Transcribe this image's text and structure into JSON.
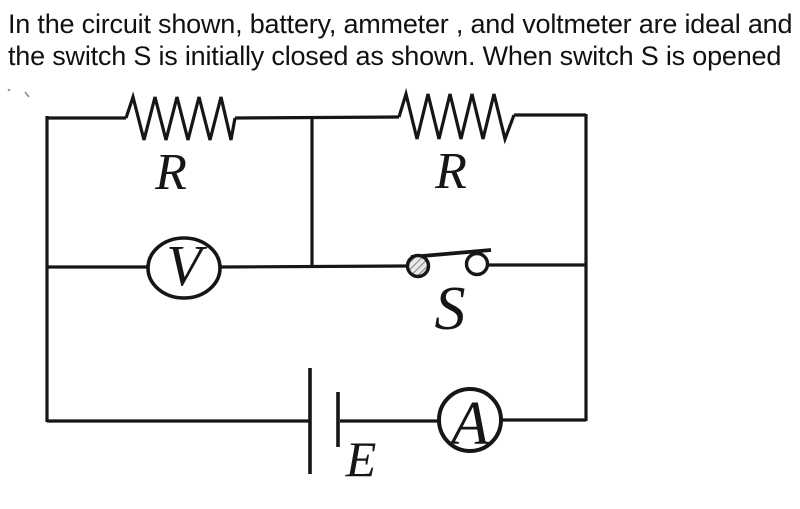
{
  "question": {
    "lines": [
      "In the circuit shown, battery, ammeter , and voltmeter are ideal and",
      "the switch S is initially closed as shown. When switch S is opened"
    ]
  },
  "circuit": {
    "labels": {
      "resistor_left": "R",
      "resistor_right": "R",
      "voltmeter": "V",
      "switch": "S",
      "battery": "E",
      "ammeter": "A"
    }
  },
  "colors": {
    "ink": "#161616",
    "background": "#ffffff"
  }
}
